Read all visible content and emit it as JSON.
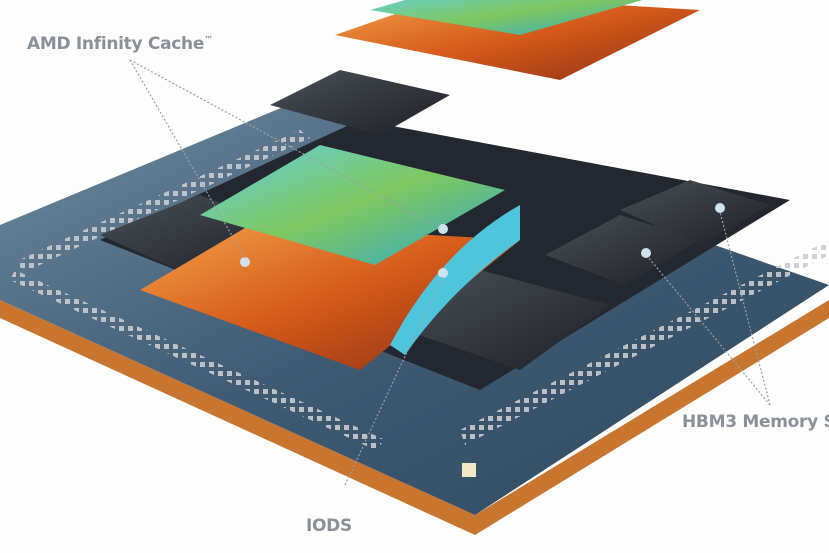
{
  "labels": {
    "cache": "AMD Infinity Cache",
    "cache_tm": "™",
    "hbm": "HBM3 Memory S",
    "iods": "IODS"
  },
  "colors": {
    "label": "#8a9098",
    "substrate": "#3d5a72",
    "substrate_edge": "#c8752f",
    "compute_die": "#d96a1f",
    "cache_die": "#3fb6c8",
    "hbm": "#2b2f35"
  }
}
